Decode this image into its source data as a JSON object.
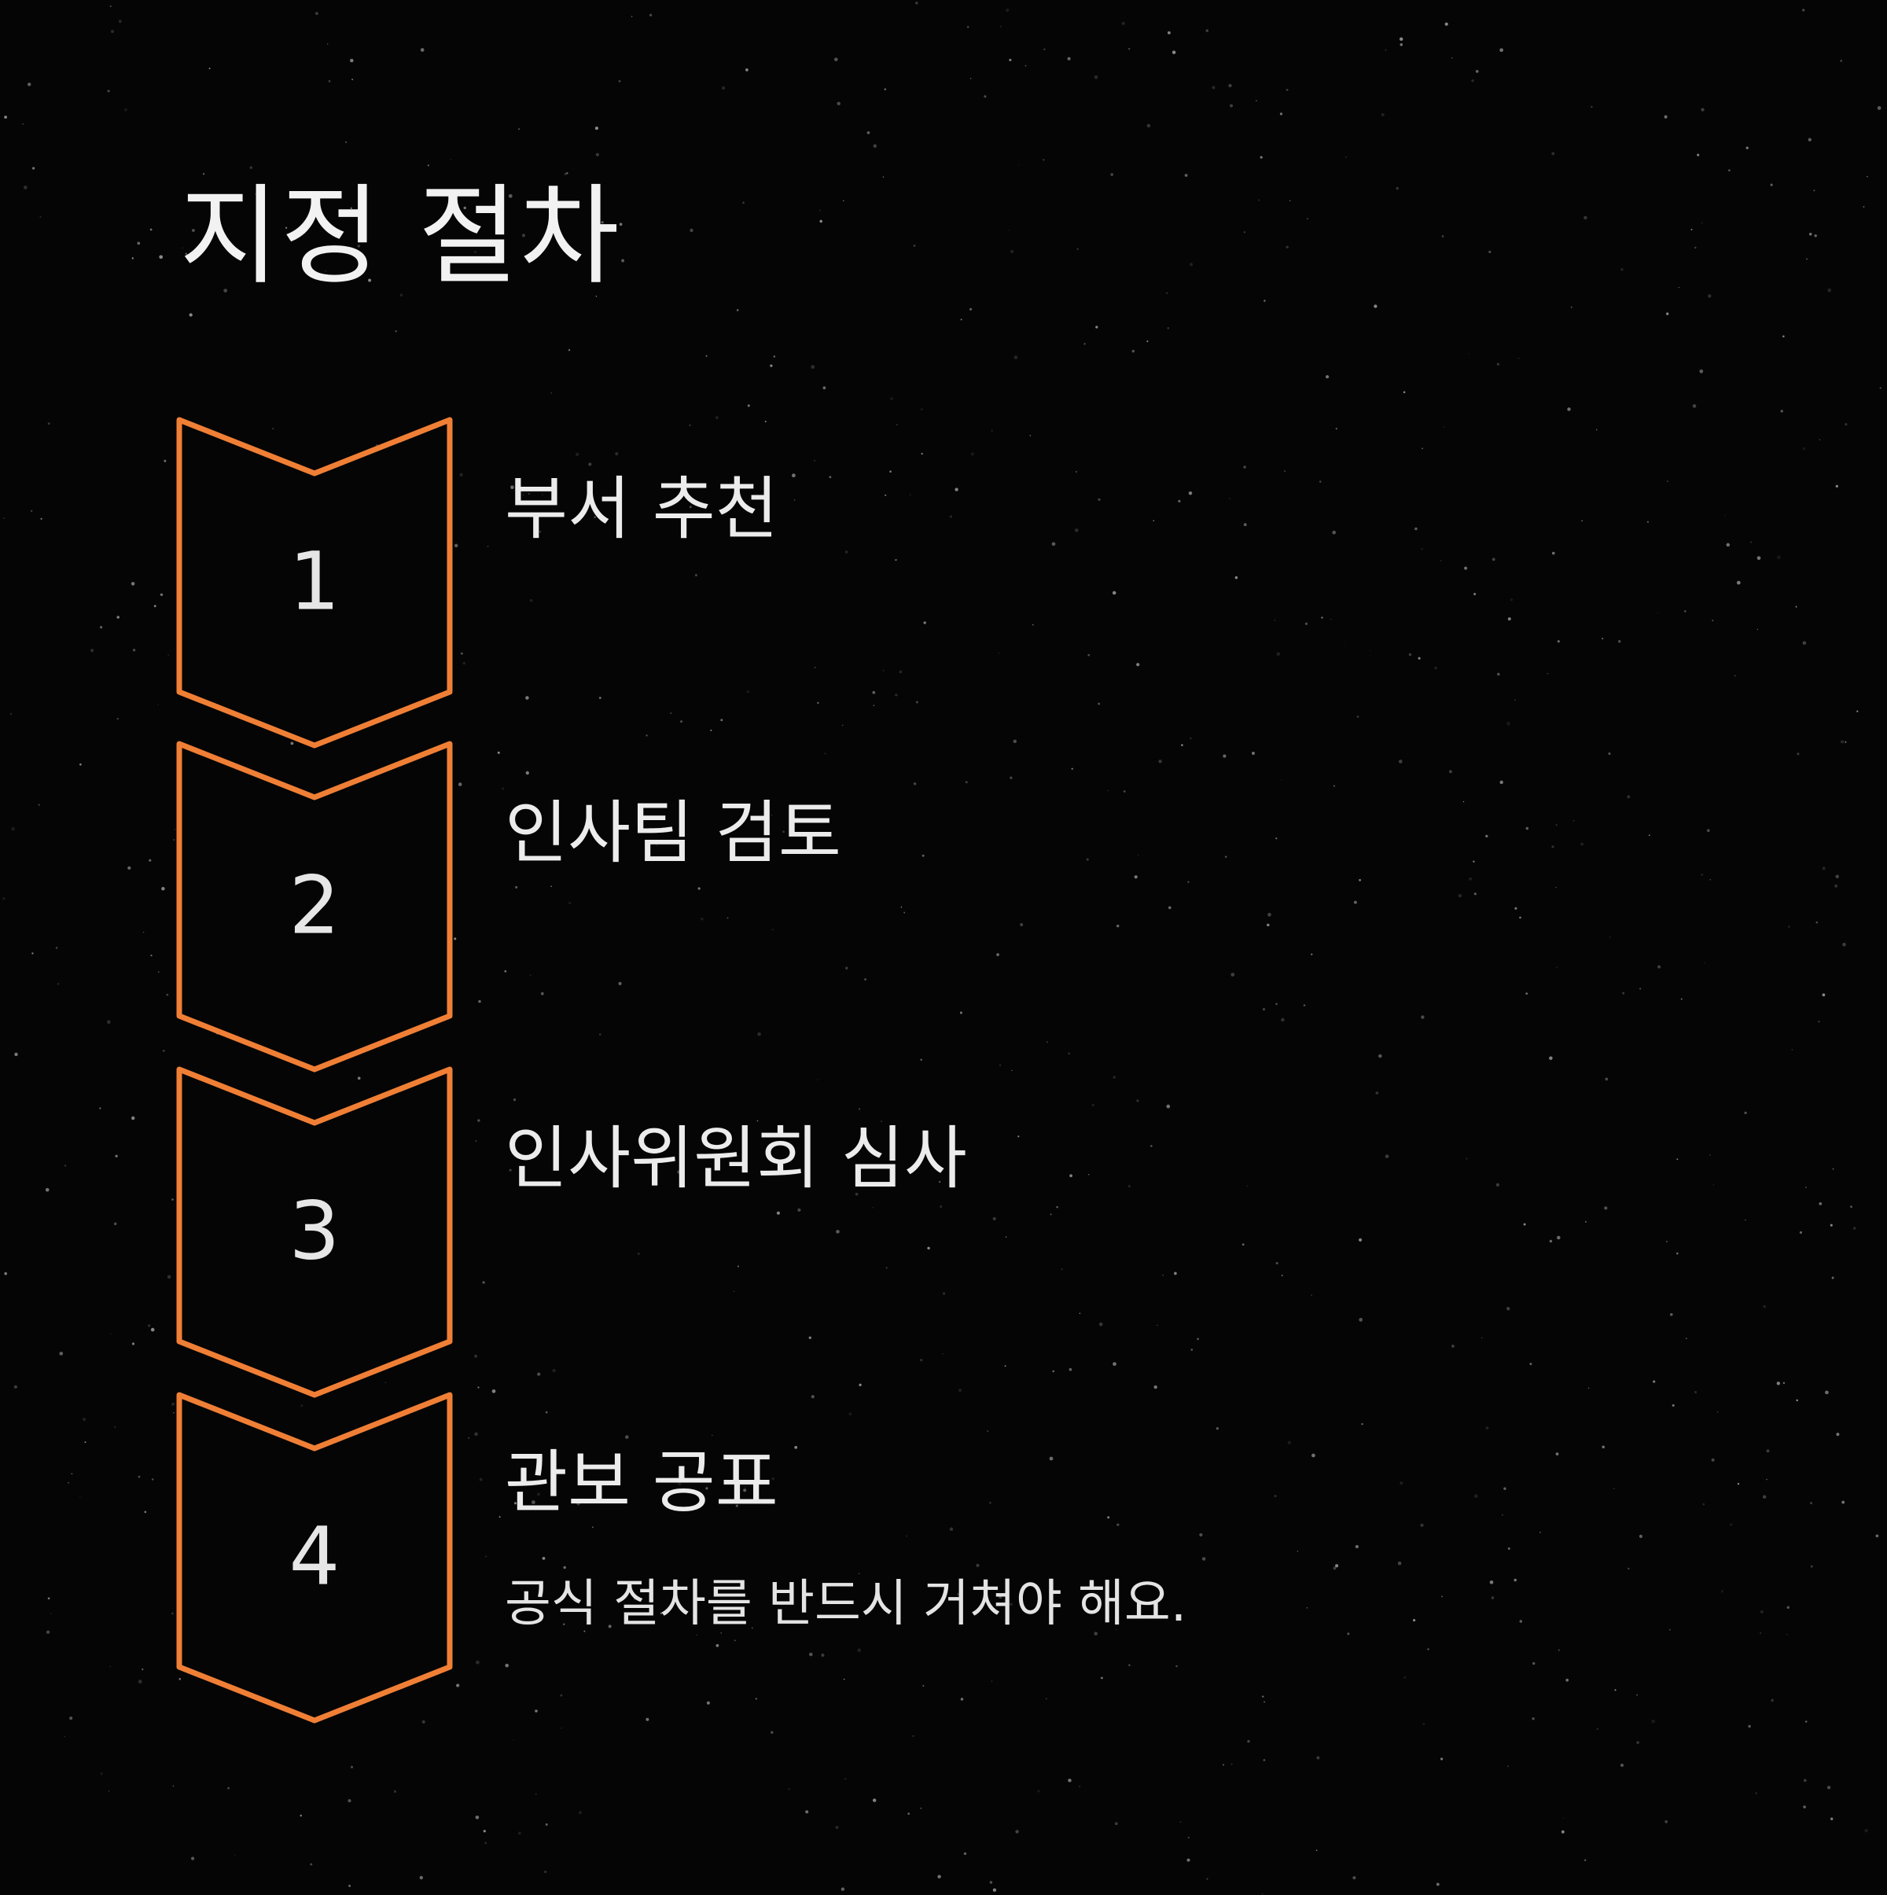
{
  "title": "지정 절차",
  "accent_color": "#f07f36",
  "background_color": "#050505",
  "steps": [
    {
      "number": "1",
      "label": "부서 추천"
    },
    {
      "number": "2",
      "label": "인사팀 검토"
    },
    {
      "number": "3",
      "label": "인사위원회 심사"
    },
    {
      "number": "4",
      "label": "관보 공표",
      "note": "공식 절차를 반드시 거쳐야 해요."
    }
  ]
}
